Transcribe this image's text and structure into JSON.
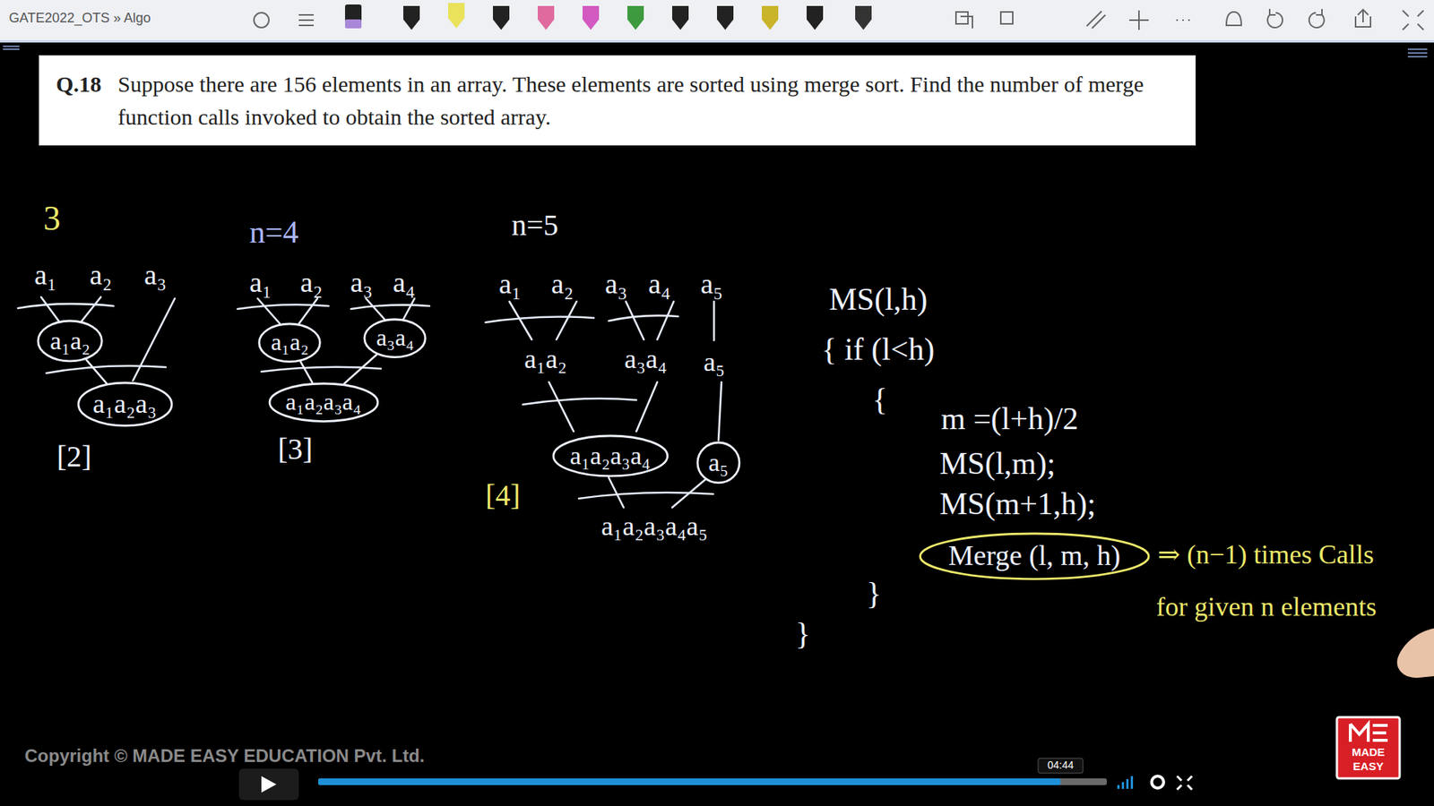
{
  "diagram": {
    "nodes": [
      {
        "text": [
          "Q.18",
          "Suppose there are 156 elements in an array. These elements are sorted using merge sort. Find the number of merge function calls invoked to obtain the sorted array."
        ]
      },
      {
        "text": [
          "a₁a₂"
        ]
      },
      {
        "text": [
          "a₁a₂a₃"
        ]
      },
      {
        "text": [
          "a₁a₂"
        ]
      },
      {
        "text": [
          "a₃a₄"
        ]
      },
      {
        "text": [
          "a₁a₂a₃a₄"
        ]
      },
      {
        "text": [
          "a₁a₂a₃a₄"
        ]
      },
      {
        "text": [
          "a₅"
        ]
      },
      {
        "text": [
          "Merge (l, m, h)"
        ]
      }
    ],
    "edges": [
      {
        "from": 1,
        "to": 2,
        "arrow": "none"
      },
      {
        "from": 3,
        "to": 5,
        "arrow": "none"
      },
      {
        "from": 4,
        "to": 5,
        "arrow": "none"
      }
    ],
    "labels": [
      "GATE2022_OTS » Algo",
      "3",
      "a₁",
      "a₂",
      "a₃",
      "[2]",
      "n=4",
      "a₁",
      "a₂",
      "a₃",
      "a₄",
      "[3]",
      "n=5",
      "a₁",
      "a₂",
      "a₃",
      "a₄",
      "a₅",
      "a₁a₂",
      "a₃a₄",
      "a₅",
      "[4]",
      "a₁a₂a₃a₄a₅",
      "MS(l,h)",
      "{ if (l<h)",
      "{",
      "m =(l+h)/2",
      "MS(l,m);",
      "MS(m+1,h);",
      "}",
      "}",
      "⇒ (n−1) times Calls",
      "for given n elements",
      "Copyright © MADE EASY EDUCATION Pvt. Ltd.",
      "04:44",
      "MADE",
      "EASY"
    ]
  }
}
